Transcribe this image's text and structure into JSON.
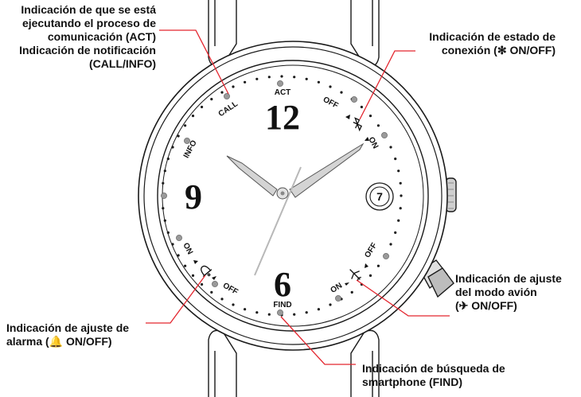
{
  "callouts": {
    "act_call": {
      "line1": "Indicación de que se está",
      "line2": "ejecutando el proceso de",
      "line3": "comunicación (ACT)",
      "line4": "Indicación de notificación",
      "line5": "(CALL/INFO)"
    },
    "connection": {
      "line1": "Indicación de estado de",
      "line2": "conexión (✻ ON/OFF)"
    },
    "airplane": {
      "line1": "Indicación de ajuste",
      "line2": "del modo avión",
      "line3": "(✈ ON/OFF)"
    },
    "alarm": {
      "line1": "Indicación de ajuste de",
      "line2": "alarma (🔔 ON/OFF)"
    },
    "find": {
      "line1": "Indicación de búsqueda de",
      "line2": "smartphone (FIND)"
    }
  },
  "dial": {
    "numerals": {
      "twelve": "12",
      "nine": "9",
      "six": "6"
    },
    "date": "7",
    "labels": {
      "act": "ACT",
      "call": "CALL",
      "info": "INFO",
      "find": "FIND",
      "off_bt": "OFF",
      "on_bt": "ON",
      "on_alarm": "ON",
      "off_alarm": "OFF",
      "on_air": "ON",
      "off_air": "OFF"
    }
  },
  "colors": {
    "leader_line": "#e3262f",
    "outline": "#1a1a1a",
    "indicator_dot": "#9a9a9a",
    "hand_fill": "#d4d4d4"
  }
}
